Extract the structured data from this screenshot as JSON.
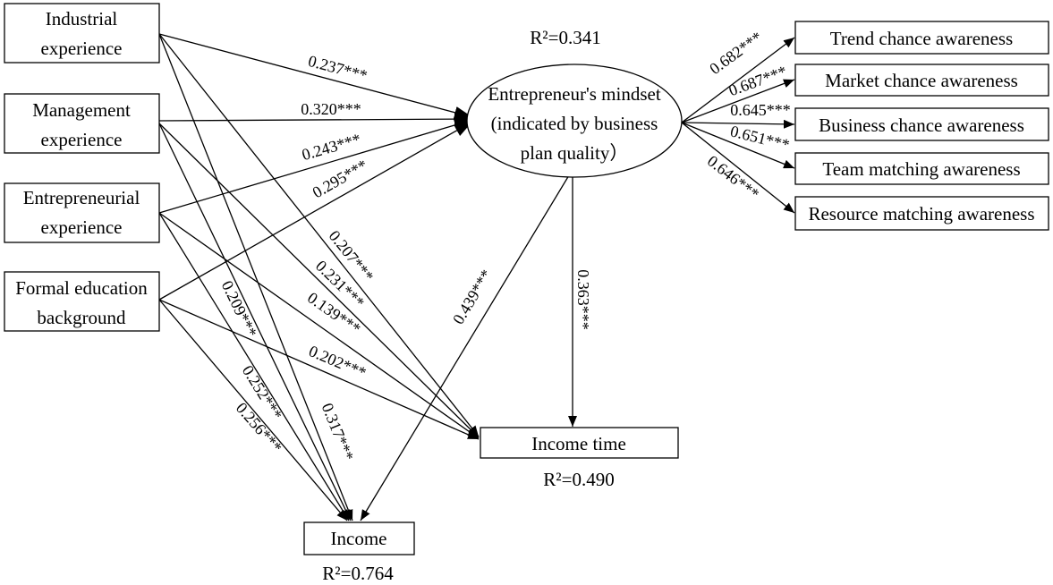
{
  "nodes": {
    "industrial": {
      "lines": [
        "Industrial",
        "experience"
      ]
    },
    "management": {
      "lines": [
        "Management",
        "experience"
      ]
    },
    "entrepreneurial": {
      "lines": [
        "Entrepreneurial",
        "experience"
      ]
    },
    "education": {
      "lines": [
        "Formal education",
        "background"
      ]
    },
    "mindset": {
      "lines": [
        "Entrepreneur's mindset",
        "(indicated by business",
        "plan quality）"
      ],
      "r2": "R²=0.341"
    },
    "trend": {
      "label": "Trend chance awareness"
    },
    "market": {
      "label": "Market chance awareness"
    },
    "business": {
      "label": "Business chance awareness"
    },
    "team": {
      "label": "Team matching awareness"
    },
    "resource": {
      "label": "Resource matching awareness"
    },
    "income_time": {
      "label": "Income time",
      "r2": "R²=0.490"
    },
    "income": {
      "label": "Income",
      "r2": "R²=0.764"
    }
  },
  "paths": {
    "industrial_mindset": "0.237***",
    "management_mindset": "0.320***",
    "entrepreneurial_mindset": "0.243***",
    "education_mindset": "0.295***",
    "mindset_trend": "0.682***",
    "mindset_market": "0.687***",
    "mindset_business": "0.645***",
    "mindset_team": "0.651***",
    "mindset_resource": "0.646***",
    "mindset_income_time": "0.363***",
    "mindset_income": "0.439***",
    "industrial_income_time": "0.207***",
    "management_income_time": "0.231***",
    "entrepreneurial_income_time": "0.139***",
    "education_income_time": "0.202***",
    "management_income": "0.209***",
    "entrepreneurial_income": "0.252***",
    "education_income": "0.256***",
    "industrial_income": "0.317***"
  }
}
